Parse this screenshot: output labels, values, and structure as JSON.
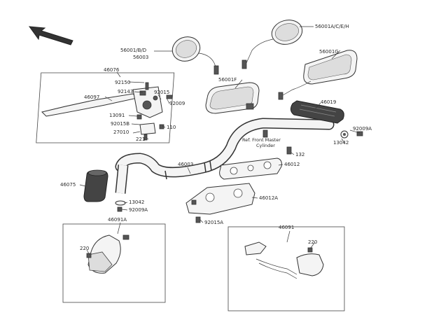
{
  "labels": {
    "l56001A": "56001A/C/E/H",
    "l56001BD": "56001/B/D",
    "l56003": "56003",
    "l56001G": "56001G",
    "l56001F": "56001F",
    "l46076": "46076",
    "l92150": "92150",
    "l92143": "92143",
    "l92015a": "92015",
    "l46097": "46097",
    "l92009": "92009",
    "l13091": "13091",
    "l92015b": "92015B",
    "l110": "110",
    "l27010": "27010",
    "l221": "221",
    "l46019": "46019",
    "l92009A": "92009A",
    "l13042a": "13042",
    "refline1": "Ref. Front Master",
    "refline2": "Cylinder",
    "l132": "132",
    "l46003": "46003",
    "l46012": "46012",
    "l46075": "46075",
    "l13042b": "13042",
    "l92009A2": "92009A",
    "l46012A": "46012A",
    "l46091A": "46091A",
    "l92015A": "92015A",
    "l46091": "46091",
    "l220a": "220",
    "l220b": "220"
  }
}
